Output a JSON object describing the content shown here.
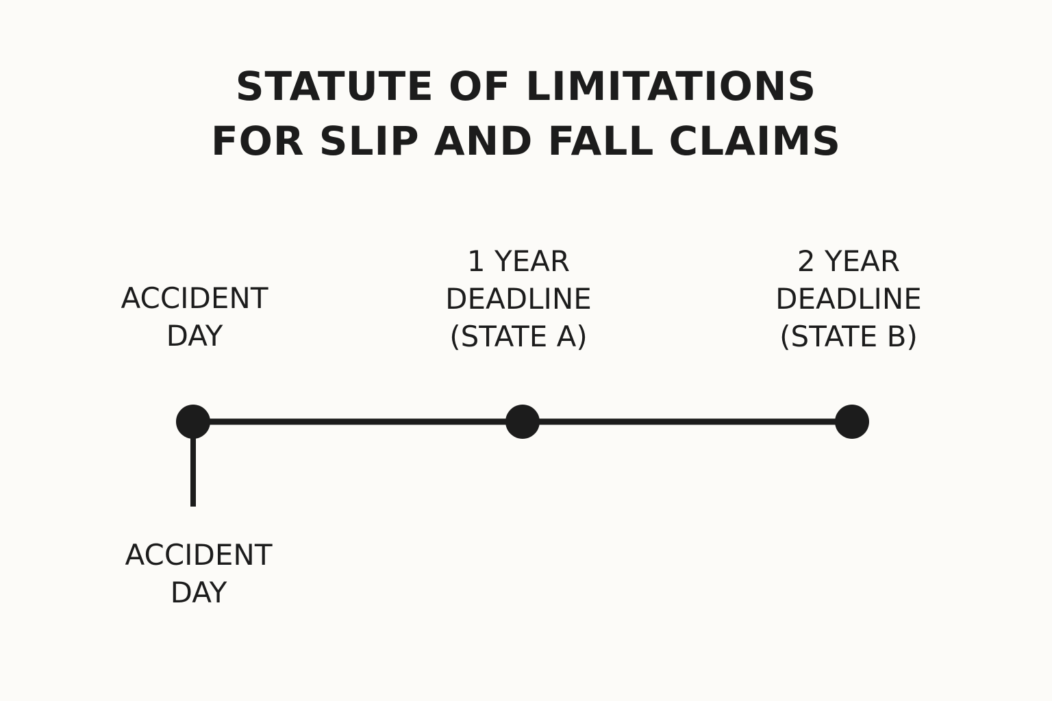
{
  "title": {
    "line1": "STATUTE OF LIMITATIONS",
    "line2": "FOR SLIP AND FALL CLAIMS"
  },
  "milestones": [
    {
      "id": "accident",
      "position_years": 0,
      "label_lines": [
        "ACCIDENT",
        "DAY"
      ]
    },
    {
      "id": "year1",
      "position_years": 1,
      "label_lines": [
        "1 YEAR",
        "DEADLINE",
        "(STATE A)"
      ]
    },
    {
      "id": "year2",
      "position_years": 2,
      "label_lines": [
        "2 YEAR",
        "DEADLINE",
        "(STATE B)"
      ]
    }
  ],
  "accident_marker_label": [
    "ACCIDENT",
    "DAY"
  ],
  "colors": {
    "ink": "#1c1c1c",
    "background": "#fcfbf8"
  }
}
